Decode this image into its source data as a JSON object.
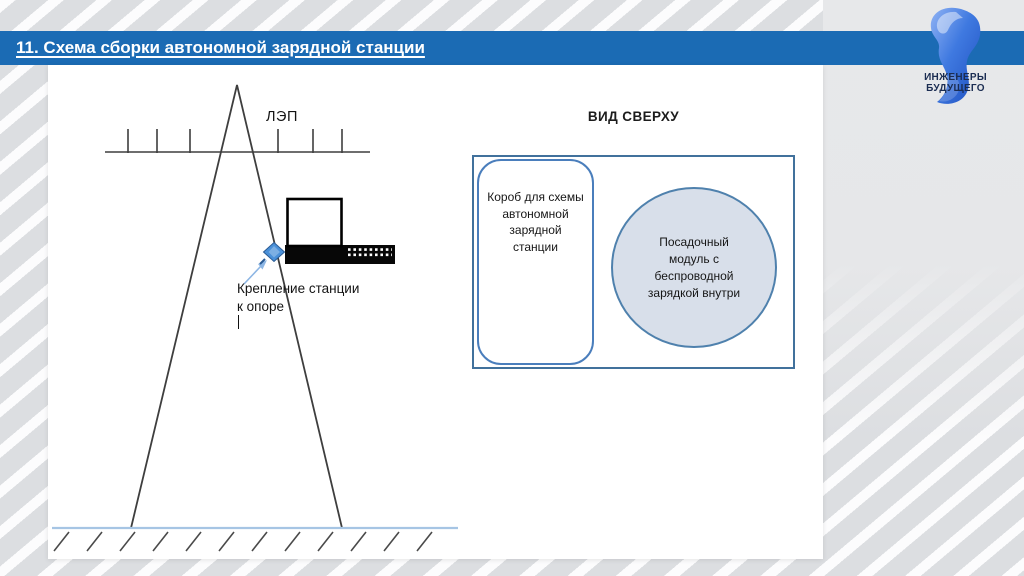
{
  "header": {
    "title": "11. Схема сборки автономной зарядной станции"
  },
  "logo": {
    "line1": "ИНЖЕНЕРЫ",
    "line2": "БУДУЩЕГО"
  },
  "diagram": {
    "power_line_label": "ЛЭП",
    "mount_label_line1": "Крепление станции",
    "mount_label_line2": "к опоре",
    "top_view": {
      "title": "ВИД СВЕРХУ",
      "box_label": "Короб для схемы автономной зарядной станции",
      "module_label": "Посадочный модуль с беспроводной зарядкой внутри"
    }
  },
  "colors": {
    "title_bar": "#1b6bb4",
    "panel_border": "#41719c",
    "box_border": "#4a7ebc",
    "circle_fill": "#d8dfea",
    "circle_border": "#4f81ad",
    "ground_line": "#a6c5e4",
    "pin_blue": "#4a90d8",
    "logo_text": "#1b2d52"
  }
}
